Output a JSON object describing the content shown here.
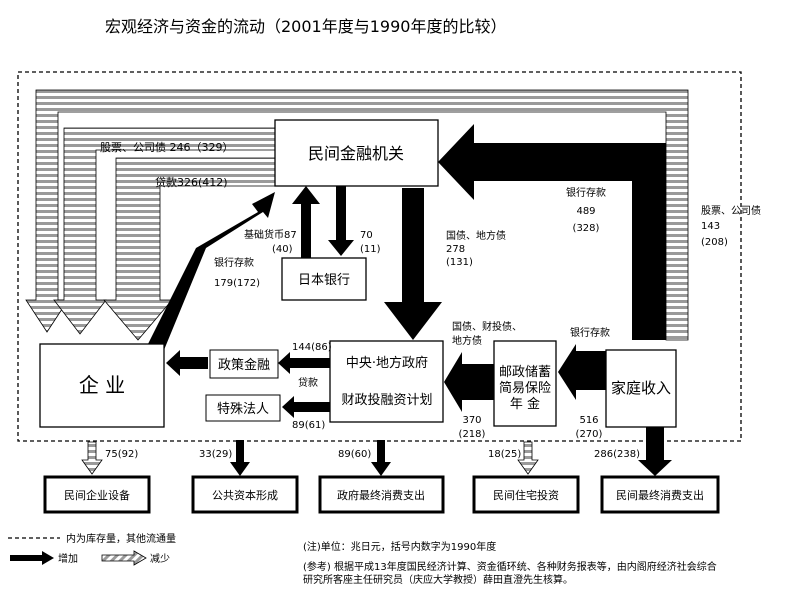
{
  "chart_data": {
    "type": "flow-diagram",
    "title": "宏观经济与资金的流动（2001年度与1990年度的比较）",
    "nodes": {
      "private_finance": "民间金融机关",
      "boj": "日本银行",
      "enterprise": "企  业",
      "policy_finance": "政策金融",
      "special_corp": "特殊法人",
      "gov_line1": "中央·地方政府",
      "gov_line2": "财政投融资计划",
      "postal_line1": "邮政储蓄",
      "postal_line2": "简易保险",
      "postal_line3": "年    金",
      "household": "家庭收入"
    },
    "flows": [
      {
        "label": "股票、公司债",
        "value_2001": 246,
        "value_1990": 329,
        "text": "股票、公司债 246（329）"
      },
      {
        "label": "贷款",
        "value_2001": 326,
        "value_1990": 412,
        "text": "贷款326(412)"
      },
      {
        "label": "基础货币",
        "value_2001": 87,
        "value_1990": 40,
        "label_text": "基础货币87",
        "paren_text": "(40)"
      },
      {
        "label": "",
        "value_2001": 70,
        "value_1990": 11,
        "value_text": "70",
        "paren_text": "(11)"
      },
      {
        "label": "银行存款",
        "value_2001": 179,
        "value_1990": 172,
        "label_text": "银行存款",
        "value_text": "179(172)"
      },
      {
        "label": "国债、地方债",
        "value_2001": 278,
        "value_1990": 131,
        "label_text": "国债、地方债",
        "value_text": "278",
        "paren_text": "(131)"
      },
      {
        "label": "银行存款",
        "value_2001": 489,
        "value_1990": 328,
        "label_text": "银行存款",
        "value_text": "489",
        "paren_text": "(328)"
      },
      {
        "label": "股票、公司债",
        "value_2001": 143,
        "value_1990": 208,
        "label_text": "股票、公司债",
        "value_text": "143",
        "paren_text": "(208)"
      },
      {
        "label": "",
        "value_2001": 144,
        "value_1990": 86,
        "value_text": "144(86)"
      },
      {
        "label": "贷款",
        "label_text": "贷款"
      },
      {
        "label": "",
        "value_2001": 89,
        "value_1990": 61,
        "value_text": "89(61)"
      },
      {
        "label": "国债、财投债、地方债",
        "line1": "国债、财投债、",
        "line2": "地方债"
      },
      {
        "label": "银行存款",
        "label_text": "银行存款"
      },
      {
        "label": "",
        "value_2001": 370,
        "value_1990": 218,
        "value_text": "370",
        "paren_text": "(218)"
      },
      {
        "label": "",
        "value_2001": 516,
        "value_1990": 270,
        "value_text": "516",
        "paren_text": "(270)"
      }
    ],
    "outputs": [
      {
        "label": "民间企业设备",
        "value_2001": 75,
        "value_1990": 92,
        "value_text": "75(92)",
        "direction": "decrease"
      },
      {
        "label": "公共资本形成",
        "value_2001": 33,
        "value_1990": 29,
        "value_text": "33(29)",
        "direction": "increase"
      },
      {
        "label": "政府最终消费支出",
        "value_2001": 89,
        "value_1990": 60,
        "value_text": "89(60)",
        "direction": "increase"
      },
      {
        "label": "民间住宅投资",
        "value_2001": 18,
        "value_1990": 25,
        "value_text": "18(25)",
        "direction": "decrease"
      },
      {
        "label": "民间最终消费支出",
        "value_2001": 286,
        "value_1990": 238,
        "value_text": "286(238)",
        "direction": "increase"
      }
    ],
    "legend": {
      "stock": "内为库存量，其他流通量",
      "increase": "增加",
      "decrease": "减少"
    },
    "notes": {
      "unit": "(注)单位：兆日元，括号内数字为1990年度",
      "ref1": "(参考) 根据平成13年度国民经济计算、资金循环统、各种财务报表等，由内阁府经济社会综合",
      "ref2": "研究所客座主任研究员（庆应大学教授）薛田直澄先生核算。"
    }
  }
}
